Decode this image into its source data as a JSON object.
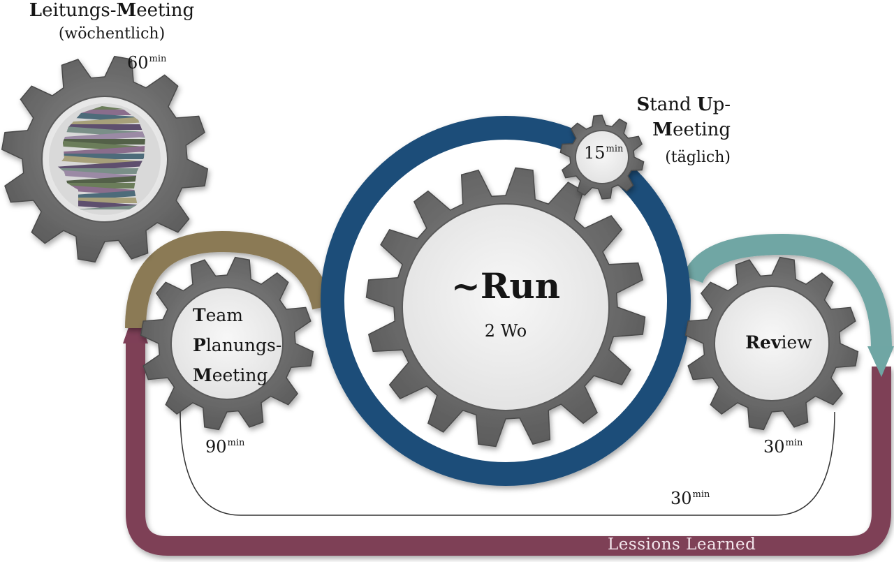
{
  "leitung": {
    "first1": "L",
    "rest1": "eitungs-",
    "first2": "M",
    "rest2": "eeting",
    "sub": "(wöchentlich)",
    "dur": "60",
    "unit": "min"
  },
  "standup": {
    "first1": "S",
    "rest1": "tand ",
    "first2": "U",
    "rest2": "p-",
    "first3": "M",
    "rest3": "eeting",
    "sub": "(täglich)",
    "dur": "15",
    "unit": "min"
  },
  "run": {
    "title": "~Run",
    "sub": "2 Wo"
  },
  "team": {
    "t1": "T",
    "r1": "eam",
    "t2": "P",
    "r2": "lanungs-",
    "t3": "M",
    "r3": "eeting",
    "dur": "90",
    "unit": "min"
  },
  "review": {
    "b": "Rev",
    "r": "iew",
    "dur": "30",
    "unit": "min"
  },
  "bottom": {
    "dur": "30",
    "unit": "min"
  },
  "lessons": "Lessions Learned",
  "colors": {
    "blue": "#1f4e79",
    "olive": "#8b7a55",
    "teal": "#6fa6a4",
    "maroon": "#7e3f57",
    "gear": "#6e6e6e"
  }
}
